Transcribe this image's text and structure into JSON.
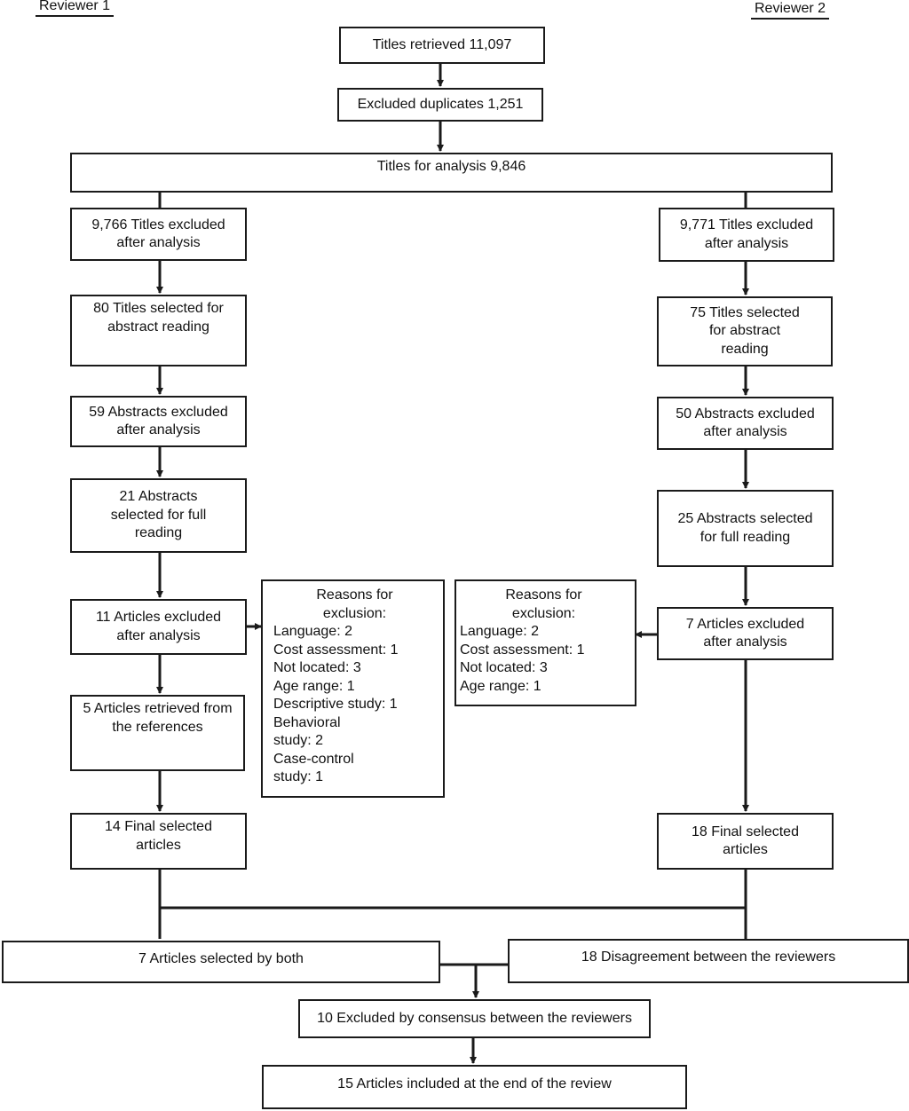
{
  "header": {
    "reviewer_left": "Reviewer 1",
    "reviewer_right": "Reviewer 2"
  },
  "boxes": {
    "titles_retrieved": [
      "Titles retrieved 11,097"
    ],
    "excluded_duplicates": [
      "Excluded duplicates 1,251"
    ],
    "titles_for_analysis": [
      "Titles for analysis 9,846"
    ],
    "r1_titles_excluded": [
      "9,766 Titles excluded",
      "after analysis"
    ],
    "r1_titles_selected": [
      "80 Titles selected for",
      "abstract reading"
    ],
    "r1_abstracts_excluded": [
      "59 Abstracts excluded",
      "after analysis"
    ],
    "r1_abstracts_selected": [
      "21 Abstracts",
      "selected for full",
      "reading"
    ],
    "r1_articles_excluded": [
      "11 Articles excluded",
      "after analysis"
    ],
    "r1_articles_retrieved": [
      "5 Articles retrieved from",
      "the references"
    ],
    "r1_final_selected": [
      "14 Final selected",
      "articles"
    ],
    "r2_titles_excluded": [
      "9,771 Titles excluded",
      "after analysis"
    ],
    "r2_titles_selected": [
      "75 Titles selected",
      "for abstract",
      "reading"
    ],
    "r2_abstracts_excluded": [
      "50 Abstracts excluded",
      "after analysis"
    ],
    "r2_abstracts_selected": [
      "25 Abstracts selected",
      "for full reading"
    ],
    "r2_articles_excluded": [
      "7 Articles excluded",
      "after analysis"
    ],
    "r2_final_selected": [
      "18 Final selected",
      "articles"
    ],
    "selected_by_both": [
      "7 Articles selected by both"
    ],
    "disagreement": [
      "18 Disagreement between the reviewers"
    ],
    "excluded_consensus": [
      "10 Excluded by consensus between the reviewers"
    ],
    "included_end": [
      "15 Articles included at the end of the review"
    ]
  },
  "reasons": {
    "r1": {
      "title": [
        "Reasons for",
        "exclusion:"
      ],
      "items": [
        "Language: 2",
        "Cost assessment: 1",
        "Not located: 3",
        "Age range: 1",
        "Descriptive study: 1",
        "Behavioral",
        "study: 2",
        "Case-control",
        "study: 1"
      ]
    },
    "r2": {
      "title": [
        "Reasons for",
        "exclusion:"
      ],
      "items": [
        "Language: 2",
        "Cost assessment: 1",
        "Not located: 3",
        "Age range: 1"
      ]
    }
  },
  "colors": {
    "line": "#1a1a1a",
    "background": "#ffffff",
    "text": "#111111"
  }
}
